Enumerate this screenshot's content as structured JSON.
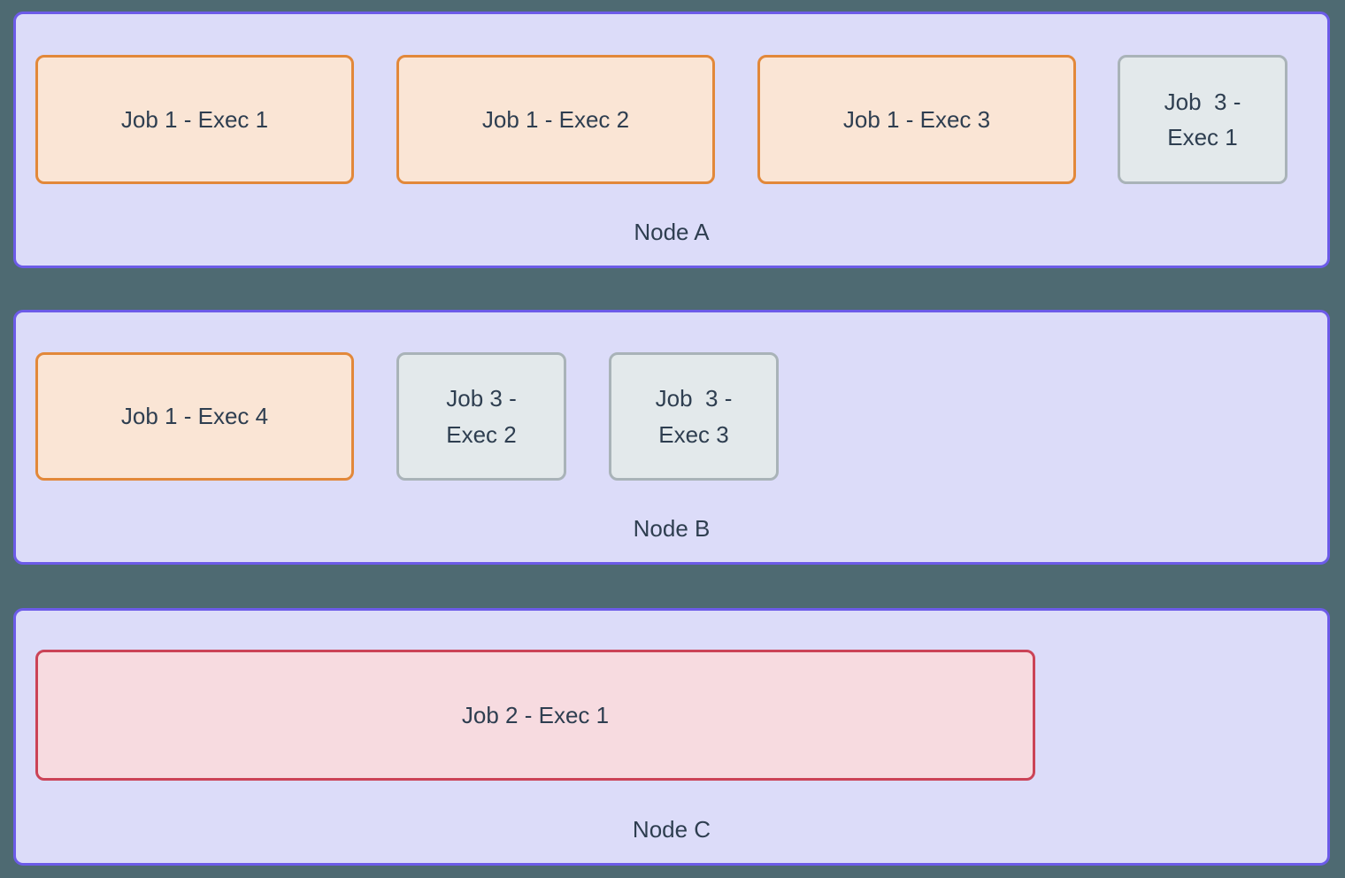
{
  "palette": {
    "background": "#4e6a72",
    "node_fill": "#dcdcf9",
    "node_border": "#6c5be8",
    "job1_fill": "#fae5d5",
    "job1_border": "#e2883a",
    "job2_fill": "#f7dbe0",
    "job2_border": "#cb4357",
    "job3_fill": "#e3e9eb",
    "job3_border": "#a9b3b8",
    "text": "#2e3e50"
  },
  "nodes": [
    {
      "label": "Node A",
      "executors": [
        {
          "id": "job1-exec1",
          "job": "job1",
          "label": "Job 1 - Exec 1"
        },
        {
          "id": "job1-exec2",
          "job": "job1",
          "label": "Job 1 - Exec 2"
        },
        {
          "id": "job1-exec3",
          "job": "job1",
          "label": "Job 1 - Exec 3"
        },
        {
          "id": "job3-exec1",
          "job": "job3",
          "label": "Job  3 -\nExec 1"
        }
      ]
    },
    {
      "label": "Node B",
      "executors": [
        {
          "id": "job1-exec4",
          "job": "job1",
          "label": "Job 1 - Exec 4"
        },
        {
          "id": "job3-exec2",
          "job": "job3",
          "label": "Job 3 -\nExec 2"
        },
        {
          "id": "job3-exec3",
          "job": "job3",
          "label": "Job  3 -\nExec 3"
        }
      ]
    },
    {
      "label": "Node C",
      "executors": [
        {
          "id": "job2-exec1",
          "job": "job2",
          "label": "Job 2 - Exec 1"
        }
      ]
    }
  ]
}
